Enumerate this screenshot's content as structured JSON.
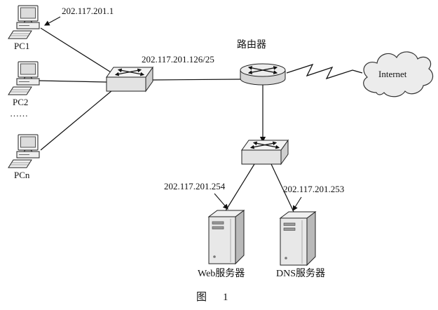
{
  "colors": {
    "ink": "#111111",
    "fill_light": "#efefef",
    "fill_mid": "#d6d6d6"
  },
  "labels": {
    "pc1": "PC1",
    "pc2": "PC2",
    "dots": "……",
    "pcn": "PCn",
    "router": "路由器",
    "internet": "Internet",
    "web_server": "Web服务器",
    "dns_server": "DNS服务器",
    "caption": "图　1"
  },
  "ips": {
    "pc1": "202.117.201.1",
    "link": "202.117.201.126/25",
    "web": "202.117.201.254",
    "dns": "202.117.201.253"
  }
}
